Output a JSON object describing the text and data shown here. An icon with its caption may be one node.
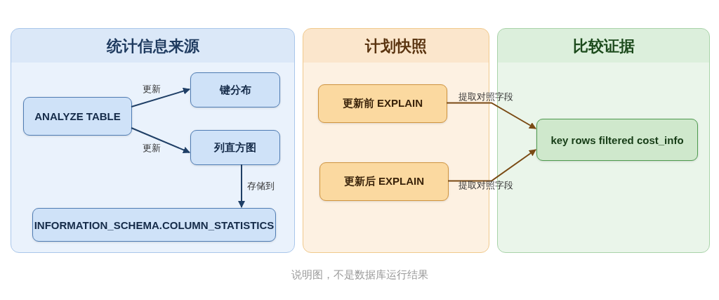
{
  "diagram": {
    "caption": "说明图，不是数据库运行结果",
    "nodes": [
      {
        "text": [
          "统计信息来源"
        ]
      },
      {
        "text": [
          "ANALYZE TABLE"
        ],
        "in": 0
      },
      {
        "text": [
          "键分布"
        ],
        "in": 0
      },
      {
        "text": [
          "列直方图"
        ],
        "in": 0
      },
      {
        "text": [
          "INFORMATION_SCHEMA.COLUMN_STATISTICS"
        ],
        "in": 0
      },
      {
        "text": [
          "计划快照"
        ]
      },
      {
        "text": [
          "更新前 EXPLAIN"
        ],
        "in": 5
      },
      {
        "text": [
          "更新后 EXPLAIN"
        ],
        "in": 5
      },
      {
        "text": [
          "比较证据"
        ]
      },
      {
        "text": [
          "key rows filtered cost_info"
        ],
        "in": 8
      }
    ],
    "edges": [
      {
        "from": 1,
        "to": 2,
        "arrow": "to",
        "label": "更新"
      },
      {
        "from": 1,
        "to": 3,
        "arrow": "to",
        "label": "更新"
      },
      {
        "from": 3,
        "to": 4,
        "arrow": "to",
        "label": "存储到"
      },
      {
        "from": 6,
        "to": 9,
        "arrow": "to",
        "label": "提取对照字段",
        "color": "#7a4a14"
      },
      {
        "from": 7,
        "to": 9,
        "arrow": "to",
        "label": "提取对照字段",
        "color": "#7a4a14"
      }
    ]
  }
}
